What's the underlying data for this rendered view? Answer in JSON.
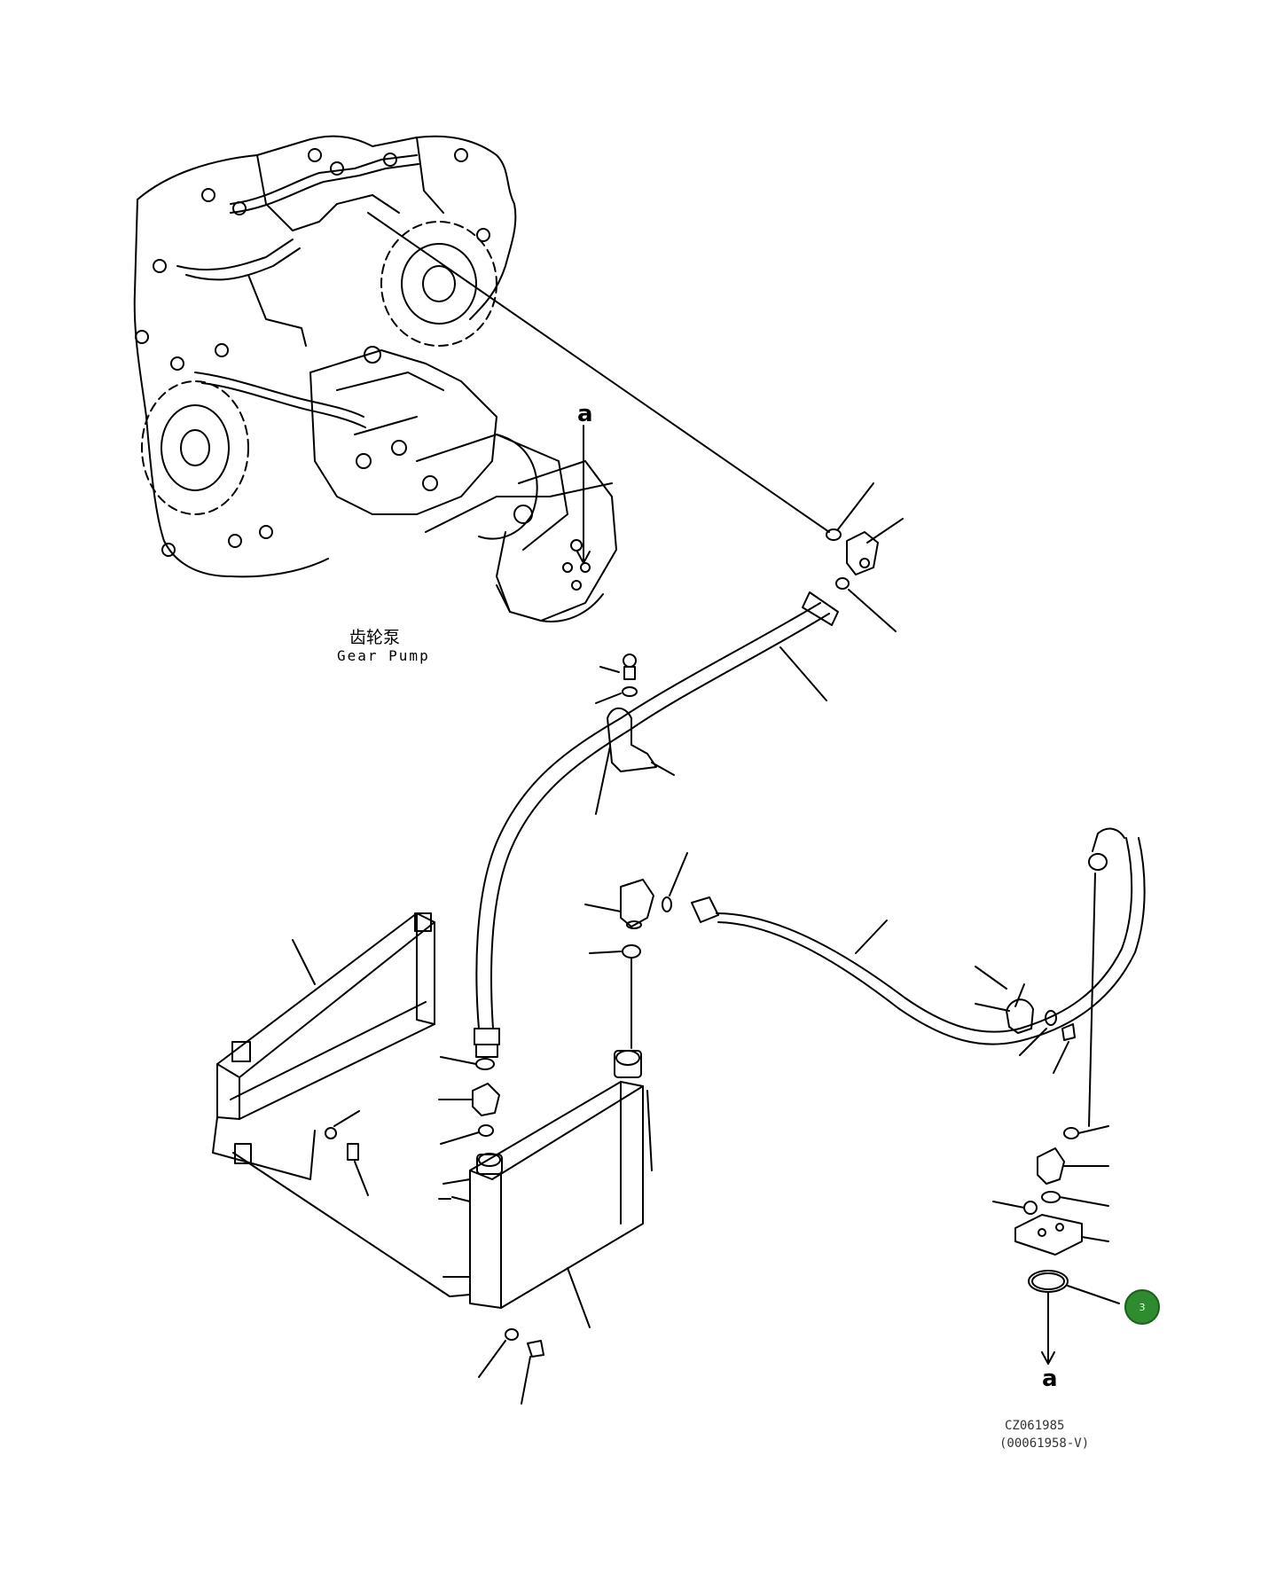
{
  "labels": {
    "view_ref_top": "a",
    "view_ref_bottom": "a",
    "component_cn": "齿轮泵",
    "component_en": "Gear Pump",
    "drawing_code": "CZ061985",
    "drawing_ref": "(00061958-V)"
  },
  "callouts": [
    {
      "number": "3",
      "color": "#2e8b2e"
    }
  ],
  "colors": {
    "line": "#000000",
    "background": "#ffffff",
    "callout": "#2e8b2e"
  }
}
